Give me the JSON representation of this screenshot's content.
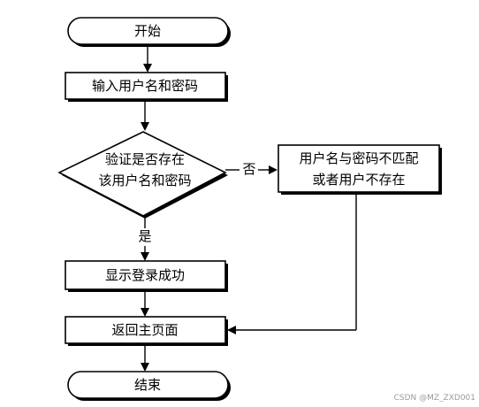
{
  "nodes": {
    "start": "开始",
    "input": "输入用户名和密码",
    "decision_line1": "验证是否存在",
    "decision_line2": "该用户名和密码",
    "error_line1": "用户名与密码不匹配",
    "error_line2": "或者用户不存在",
    "success": "显示登录成功",
    "return_home": "返回主页面",
    "end": "结束"
  },
  "edges": {
    "no_label": "否",
    "yes_label": "是"
  },
  "watermark": "CSDN @MZ_ZXD001"
}
